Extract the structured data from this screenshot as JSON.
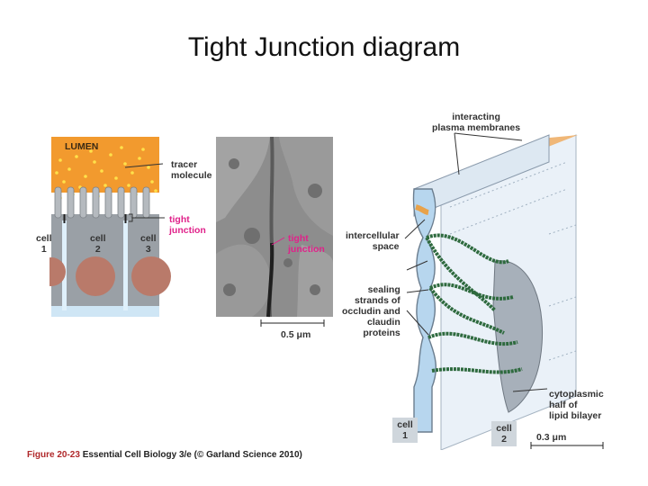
{
  "page_title": "Tight Junction diagram",
  "panel_a": {
    "lumen": "LUMEN",
    "tracer_line1": "tracer",
    "tracer_line2": "molecule",
    "tj_line1": "tight",
    "tj_line2": "junction",
    "cell1_word": "cell",
    "cell1_num": "1",
    "cell2_word": "cell",
    "cell2_num": "2",
    "cell3_word": "cell",
    "cell3_num": "3"
  },
  "panel_b": {
    "tj_line1": "tight",
    "tj_line2": "junction",
    "scale": "0.5 μm"
  },
  "panel_c": {
    "membranes_line1": "interacting",
    "membranes_line2": "plasma membranes",
    "space_line1": "intercellular",
    "space_line2": "space",
    "strands_line1": "sealing",
    "strands_line2": "strands of",
    "strands_line3": "occludin and",
    "strands_line4": "claudin",
    "strands_line5": "proteins",
    "bilayer_line1": "cytoplasmic",
    "bilayer_line2": "half of",
    "bilayer_line3": "lipid bilayer",
    "cell1_word": "cell",
    "cell1_num": "1",
    "cell2_word": "cell",
    "cell2_num": "2",
    "scale": "0.3 μm"
  },
  "caption": {
    "figure": "Figure 20-23",
    "text": "Essential Cell Biology 3/e (© Garland Science 2010)"
  },
  "colors": {
    "lumen": "#f29a2e",
    "tracer": "#ffe14a",
    "cell_fill": "#9aa0a6",
    "nucleus": "#b97a6a",
    "membrane_blue": "#9ec6e6",
    "strand_green": "#2e6a3e",
    "pink_label": "#e0228a"
  }
}
